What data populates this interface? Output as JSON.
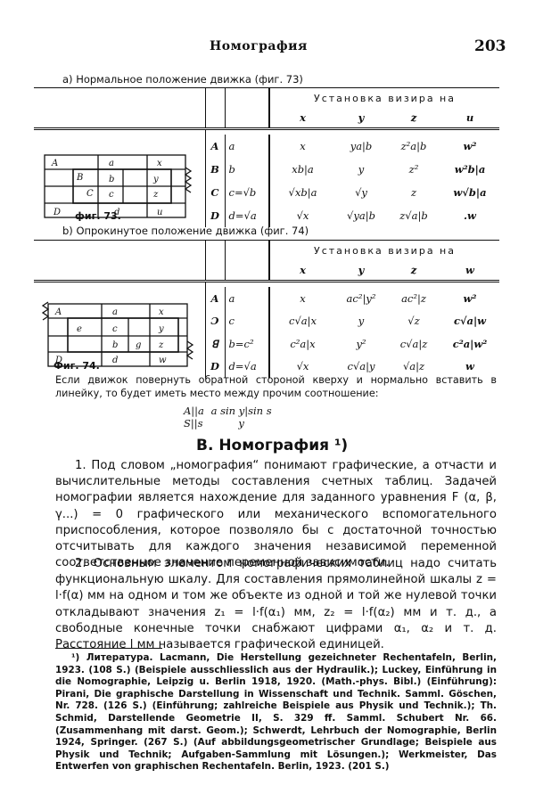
{
  "header": {
    "title": "Номография",
    "page_number": "203"
  },
  "section_a": {
    "caption": "a) Нормальное положение движка (фиг. 73)",
    "visor_header": "Установка визира на",
    "columns": [
      "x",
      "y",
      "z",
      "u"
    ],
    "rows": [
      {
        "key": "A",
        "val": "a",
        "x": "x",
        "y": "ya|b",
        "z": "z²a|b",
        "u": "w²"
      },
      {
        "key": "B",
        "val": "b",
        "x": "xb|a",
        "y": "y",
        "z": "z²",
        "u": "w²b|a"
      },
      {
        "key": "C",
        "val": "c=√b",
        "x": "√xb|a",
        "y": "√y",
        "z": "z",
        "u": "w√b|a"
      },
      {
        "key": "D",
        "val": "d=√a",
        "x": "√x",
        "y": "√ya|b",
        "z": "z√a|b",
        "u": ".w"
      }
    ],
    "figure_label": "фиг. 73.",
    "diagram_letters": [
      "A",
      "B",
      "C",
      "D",
      "a",
      "b",
      "c",
      "d",
      "x",
      "y",
      "z",
      "u"
    ]
  },
  "section_b": {
    "caption": "b) Опрокинутое положение движка (фиг. 74)",
    "visor_header": "Установка визира на",
    "columns": [
      "x",
      "y",
      "z",
      "w"
    ],
    "rows": [
      {
        "key": "A",
        "val": "a",
        "x": "x",
        "y": "ac²|y²",
        "z": "ac²|z",
        "u": "w²"
      },
      {
        "key": "Ɔ",
        "val": "c",
        "x": "c√a|x",
        "y": "y",
        "z": "√z",
        "u": "c√a|w"
      },
      {
        "key": "ꓭ",
        "val": "b=c²",
        "x": "c²a|x",
        "y": "y²",
        "z": "c√a|z",
        "u": "c²a|w²"
      },
      {
        "key": "D",
        "val": "d=√a",
        "x": "√x",
        "y": "c√a|y",
        "z": "√a|z",
        "u": "w"
      }
    ],
    "figure_label": "Фиг. 74.",
    "diagram_letters": [
      "A",
      "a",
      "c",
      "b",
      "D",
      "d",
      "x",
      "y",
      "z",
      "w",
      "e",
      "g"
    ]
  },
  "note": {
    "text": "Если движок повернуть обратной стороной кверху и нормально вставить в линейку, то будет иметь место между прочим соотношение:",
    "formula_left": "A||a",
    "formula_left2": "S||s",
    "formula_right": "a sin y|sin s",
    "formula_right2": "y"
  },
  "section_title": "B. Номография ¹)",
  "paragraphs": [
    "1. Под словом „номография“ понимают графические, а отчасти и вычислительные методы составления счетных таблиц. Задачей номографии является нахождение для заданного уравнения F (α, β, γ...) = 0 графического или механического вспомогательного приспособления, которое позволяло бы с достаточной точностью отсчитывать для каждого значения независимой переменной соответственное значение переменной зависимости.",
    "2. Основным элементом номографических таблиц надо считать функциональную шкалу. Для составления прямолинейной шкалы z = l·f(α) мм на одном и том же объекте из одной и той же нулевой точки откладывают значения z₁ = l·f(α₁) мм, z₂ = l·f(α₂) мм и т. д., а свободные конечные точки снабжают цифрами α₁, α₂ и т. д. Расстояние l мм называется графической единицей."
  ],
  "footnote": "¹) Литература. Lacmann, Die Herstellung gezeichneter Rechentafeln, Berlin, 1923. (108 S.) (Beispiele ausschliesslich aus der Hydraulik.); Luckey, Einführung in die Nomographie, Leipzig u. Berlin 1918, 1920. (Math.-phys. Bibl.) (Einführung): Pirani, Die graphische Darstellung in Wissenschaft und Technik. Samml. Göschen, Nr. 728. (126 S.) (Einführung; zahlreiche Beispiele aus Physik und Technik.); Th. Schmid, Darstellende Geometrie II, S. 329 ff. Samml. Schubert Nr. 66. (Zusammenhang mit darst. Geom.); Schwerdt, Lehrbuch der Nomographie, Berlin 1924, Springer. (267 S.) (Auf abbildungsgeometrischer Grundlage; Beispiele aus Physik und Technik; Aufgaben-Sammlung mit Lösungen.); Werkmeister, Das Entwerfen von graphischen Rechentafeln. Berlin, 1923. (201 S.)"
}
